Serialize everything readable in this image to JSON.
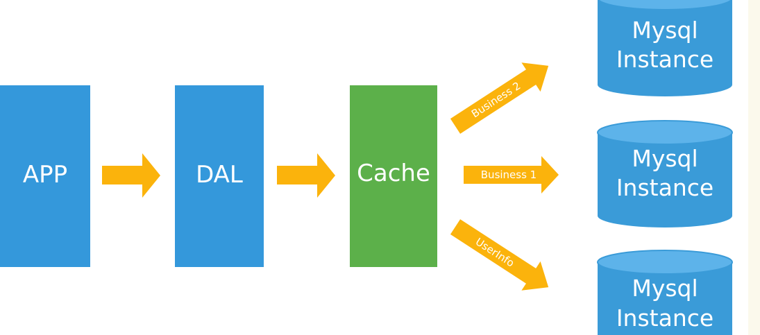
{
  "colors": {
    "box_blue": "#3498db",
    "cache_green": "#5cb04a",
    "arrow_orange": "#fbb30c",
    "db_blue": "#3a9bd8",
    "db_top": "#5db3ea"
  },
  "boxes": {
    "app": "APP",
    "dal": "DAL",
    "cache": "Cache"
  },
  "arrows": {
    "business2": "Business 2",
    "business1": "Business 1",
    "userinfo": "UserInfo"
  },
  "databases": [
    {
      "line1": "Mysql",
      "line2": "Instance"
    },
    {
      "line1": "Mysql",
      "line2": "Instance"
    },
    {
      "line1": "Mysql",
      "line2": "Instance"
    }
  ]
}
